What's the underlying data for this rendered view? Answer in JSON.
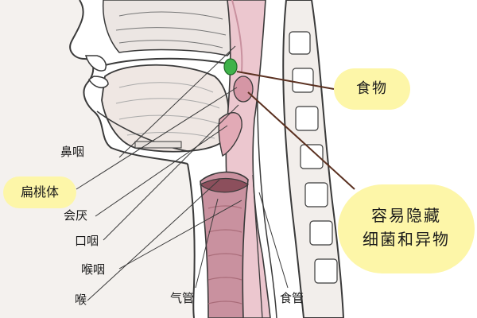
{
  "labels": {
    "nasopharynx": "鼻咽",
    "tonsil": "扁桃体",
    "epiglottis": "会厌",
    "oropharynx": "口咽",
    "laryngopharynx": "喉咽",
    "larynx": "喉",
    "trachea": "气管",
    "esophagus": "食管",
    "food": "食物",
    "callout_line1": "容易隐藏",
    "callout_line2": "细菌和异物"
  },
  "colors": {
    "highlight": "#fdf6a8",
    "tissue_pink": "#e9c3cc",
    "tissue_deep": "#c9919f",
    "food_green": "#3fb24a",
    "pointer_line": "#5a3020",
    "outline": "#3a3a3a"
  }
}
